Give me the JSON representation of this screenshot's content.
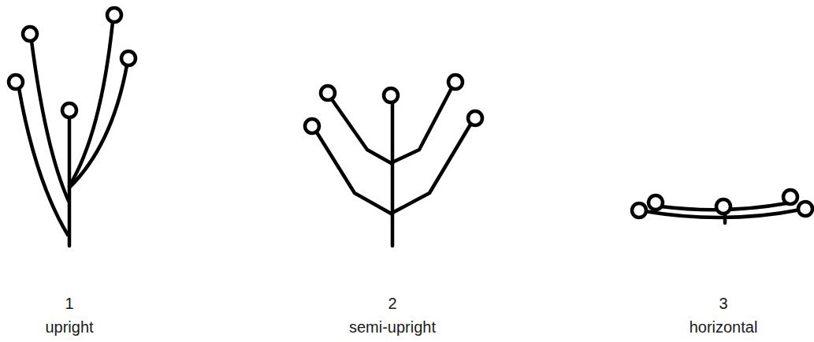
{
  "diagram": {
    "labels": [
      "1",
      "upright",
      "2",
      "semi-upright",
      "3",
      "horizontal"
    ]
  }
}
